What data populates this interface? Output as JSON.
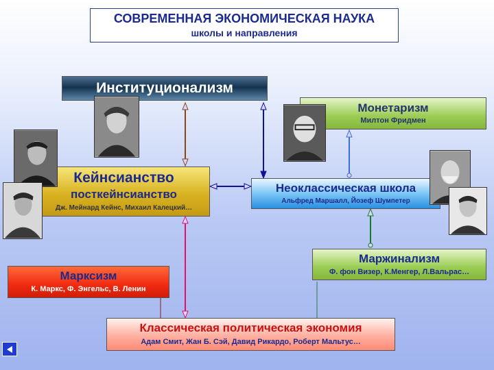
{
  "title": {
    "main": "СОВРЕМЕННАЯ ЭКОНОМИЧЕСКАЯ НАУКА",
    "subtitle": "школы и направления"
  },
  "schools": {
    "institutionalism": {
      "name": "Институционализм"
    },
    "monetarism": {
      "name": "Монетаризм",
      "people": "Милтон Фридмен"
    },
    "keynesianism": {
      "name": "Кейнсианство",
      "name2": "посткейнсианство",
      "people": "Дж. Мейнард Кейнс, Михаил Калецкий…"
    },
    "neoclassical": {
      "name": "Неоклассическая школа",
      "people": "Альфред Маршалл, Йозеф Шумпетер"
    },
    "marginalism": {
      "name": "Маржинализм",
      "people": "Ф. фон Визер, К.Менгер, Л.Вальрас…"
    },
    "marxism": {
      "name": "Марксизм",
      "people": "К. Маркс, Ф. Энгельс, В. Ленин"
    },
    "classical": {
      "name": "Классическая политическая экономия",
      "people": "Адам Смит, Жан Б. Сэй, Давид Рикардо, Роберт Мальтус…"
    }
  },
  "colors": {
    "title_text": "#1b2a8c",
    "arrow_inst_keyn": "#8b4513",
    "arrow_inst_neo": "#1010a0",
    "arrow_keyn_neo": "#1010a0",
    "arrow_neo_mon": "#3a6fd8",
    "arrow_neo_marg": "#1a7a2a",
    "arrow_keyn_klass": "#e0106a"
  },
  "icons": {
    "back": "triangle-left-icon"
  }
}
